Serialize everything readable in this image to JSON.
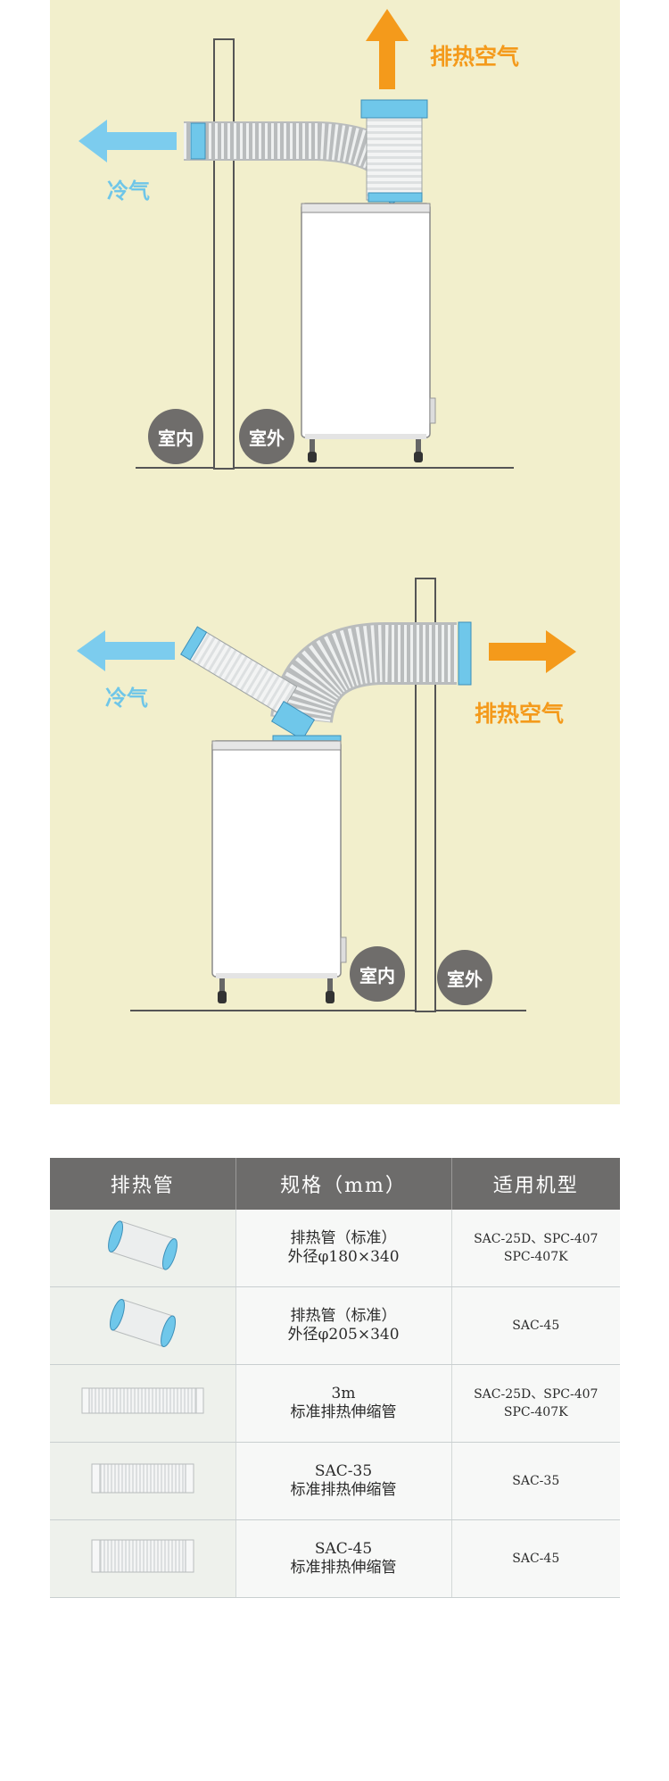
{
  "diagram_top": {
    "hot_air_label": "排热空气",
    "cold_air_label": "冷气",
    "indoor_label": "室内",
    "outdoor_label": "室外"
  },
  "diagram_bottom": {
    "hot_air_label": "排热空气",
    "cold_air_label": "冷气",
    "indoor_label": "室内",
    "outdoor_label": "室外"
  },
  "table": {
    "headers": [
      "排热管",
      "规格（mm）",
      "适用机型"
    ],
    "rows": [
      {
        "spec": "排热管（标准）\n外径φ180×340",
        "models": "SAC-25D、SPC-407\nSPC-407K",
        "icon": "blue-cuff-duct"
      },
      {
        "spec": "排热管（标准）\n外径φ205×340",
        "models": "SAC-45",
        "icon": "blue-cuff-duct"
      },
      {
        "spec": "3m\n标准排热伸缩管",
        "models": "SAC-25D、SPC-407\nSPC-407K",
        "icon": "flex-hose"
      },
      {
        "spec": "SAC-35\n标准排热伸缩管",
        "models": "SAC-35",
        "icon": "flex-hose"
      },
      {
        "spec": "SAC-45\n标准排热伸缩管",
        "models": "SAC-45",
        "icon": "flex-hose"
      }
    ]
  },
  "colors": {
    "background_panel": "#f2efcc",
    "hot_arrow": "#f49a1b",
    "cold_arrow": "#7cccee",
    "duct_cuff": "#6fc7ea",
    "table_header": "#6d6c6b"
  }
}
